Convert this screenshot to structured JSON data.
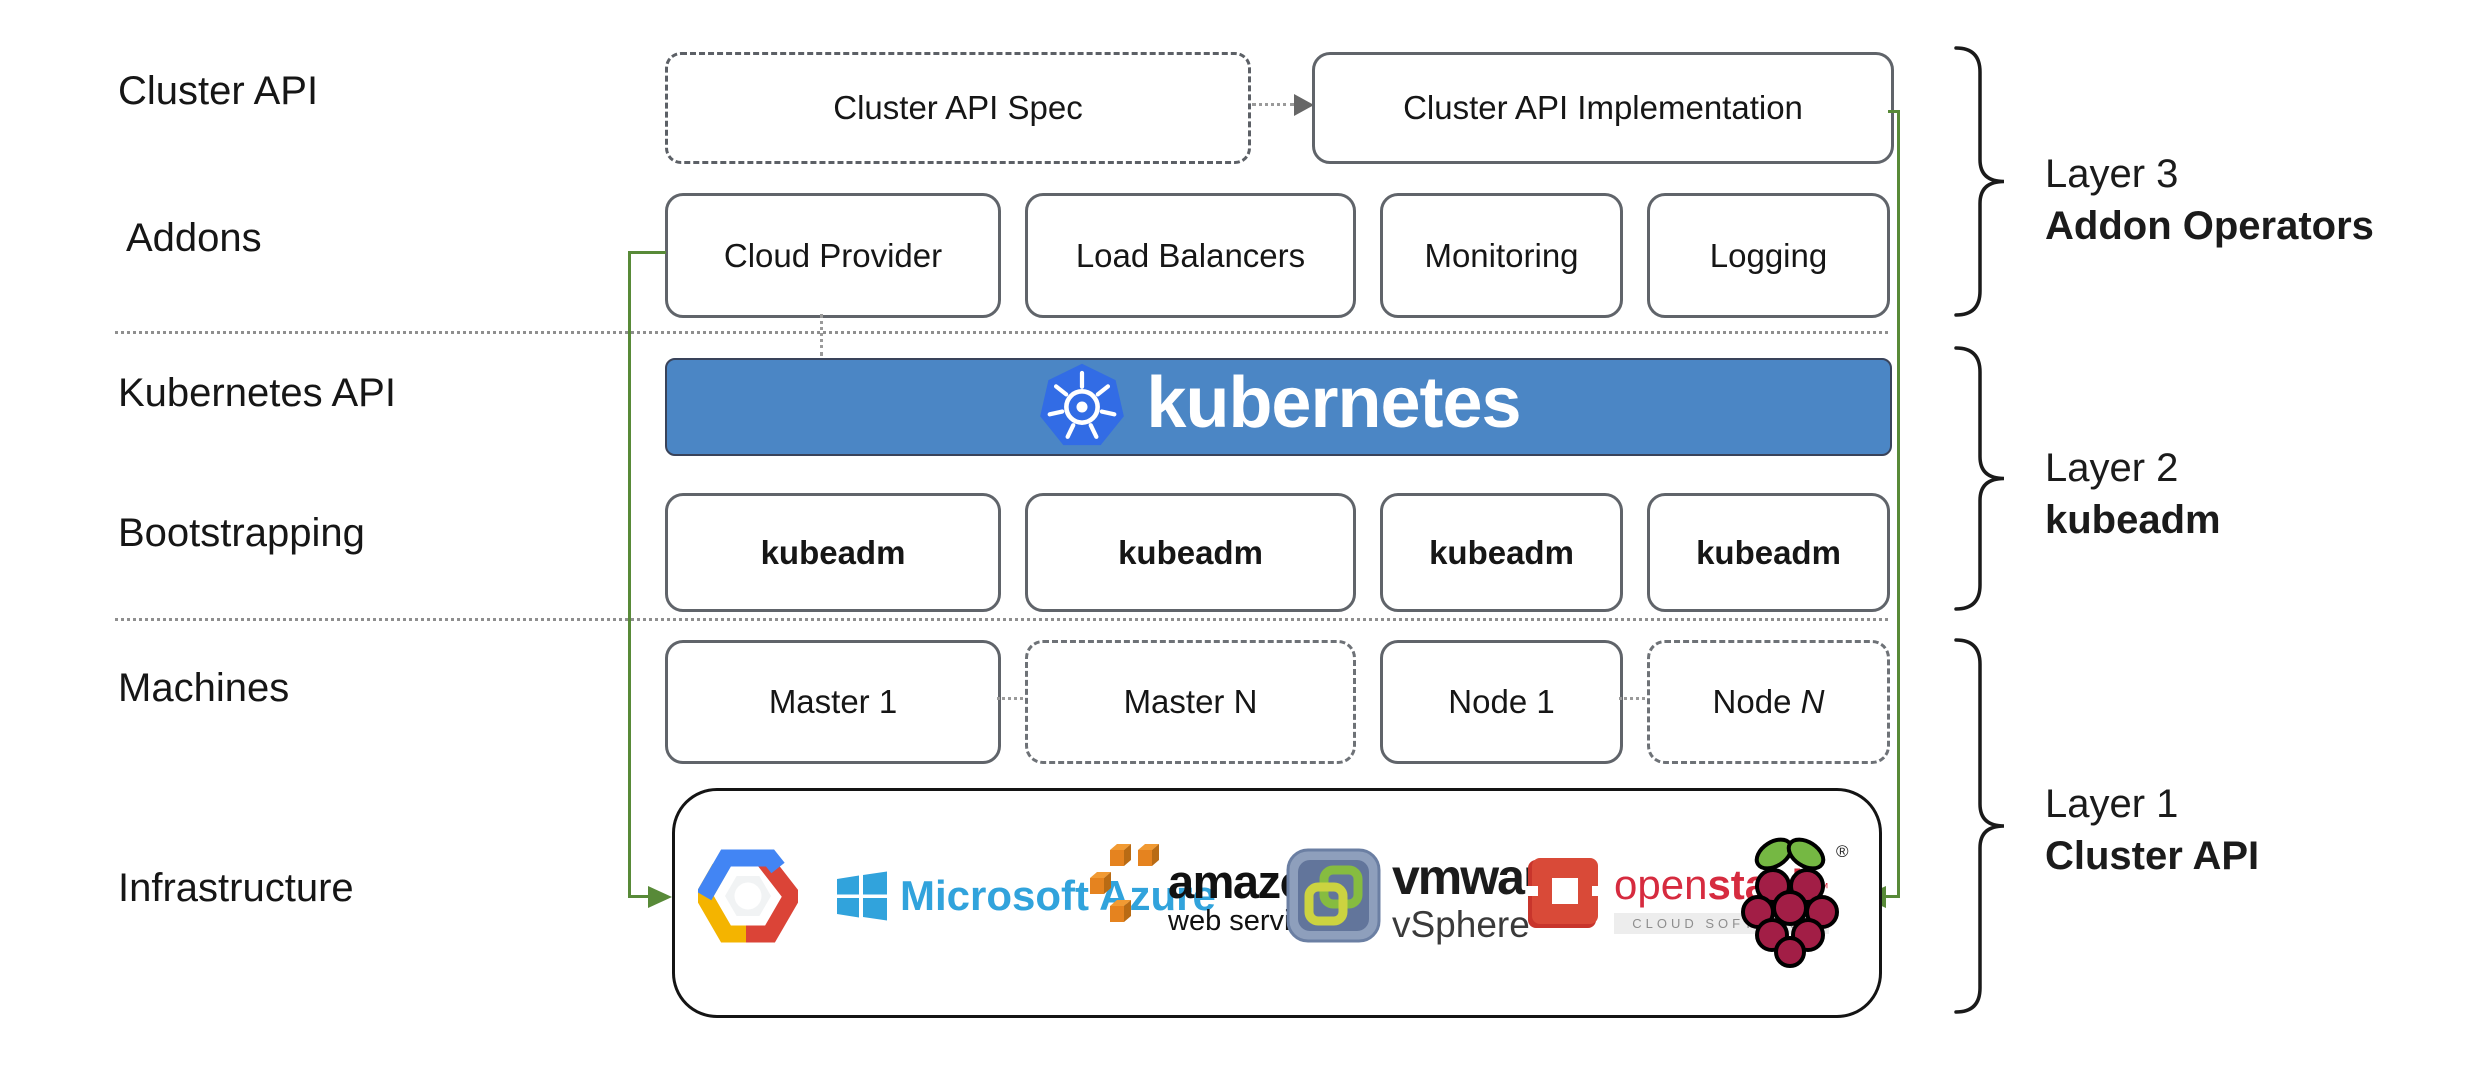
{
  "row_labels": [
    "Cluster API",
    "Addons",
    "Kubernetes API",
    "Bootstrapping",
    "Machines",
    "Infrastructure"
  ],
  "cluster_api_row": {
    "spec_label": "Cluster API Spec",
    "implementation_label": "Cluster API Implementation"
  },
  "addons_row": {
    "items": [
      "Cloud Provider",
      "Load Balancers",
      "Monitoring",
      "Logging"
    ]
  },
  "kubernetes_banner": {
    "label": "kubernetes",
    "icon": "kubernetes-wheel-icon"
  },
  "bootstrapping_row": {
    "items": [
      "kubeadm",
      "kubeadm",
      "kubeadm",
      "kubeadm"
    ]
  },
  "machines_row": {
    "master1": "Master 1",
    "masterN": "Master N",
    "node1": "Node 1",
    "nodeN_prefix": "Node",
    "nodeN_suffix": "N"
  },
  "layer_annotations": [
    {
      "line1": "Layer 3",
      "line2": "Addon Operators"
    },
    {
      "line1": "Layer 2",
      "line2": "kubeadm"
    },
    {
      "line1": "Layer 1",
      "line2": "Cluster API"
    }
  ],
  "infrastructure": {
    "google_cloud": {
      "icon": "google-cloud-hexagon-logo"
    },
    "azure": {
      "icon": "windows-flag-logo",
      "text": "Microsoft Azure"
    },
    "aws": {
      "icon": "aws-cubes-logo",
      "line1": "amazon",
      "line2": "web services"
    },
    "vmware": {
      "icon": "vmware-vsphere-app-icon",
      "name": "vmware",
      "reg": "®",
      "product": "vSphere"
    },
    "openstack": {
      "icon": "openstack-frame-logo",
      "name_open": "open",
      "name_stack": "stack",
      "tm": "™",
      "subtitle": "CLOUD SOFTWARE"
    },
    "raspberry_pi": {
      "icon": "raspberry-pi-logo",
      "reg": "®"
    }
  },
  "colors": {
    "banner_blue": "#4B86C5",
    "kubernetes_logo_blue": "#326CE5",
    "connector_green": "#588A38",
    "box_border_gray": "#60646A",
    "azure_blue": "#31A3DC",
    "aws_orange": "#E5831F",
    "openstack_red": "#D62B3F",
    "raspberry_crimson": "#A21E46",
    "leaf_green": "#75B843",
    "text_black": "#161616"
  }
}
